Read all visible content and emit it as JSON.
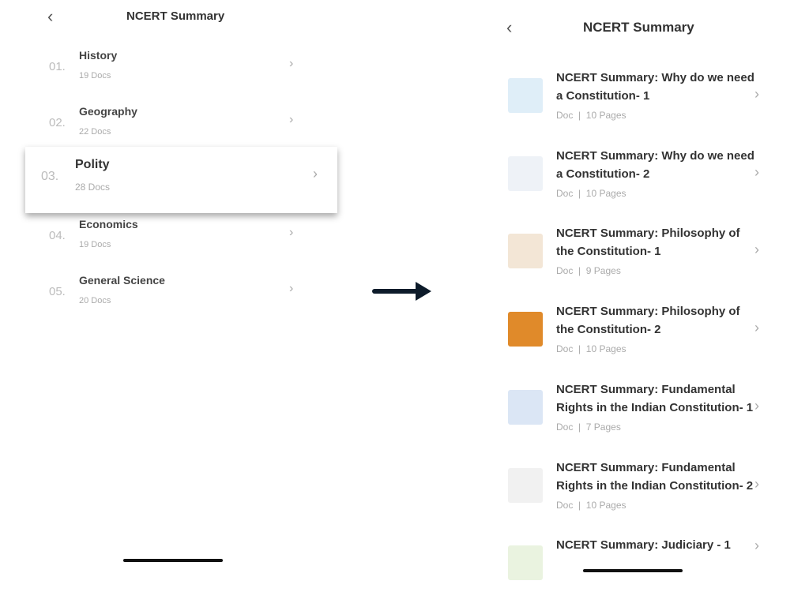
{
  "left": {
    "title": "NCERT Summary",
    "items": [
      {
        "num": "01.",
        "name": "History",
        "count": "19 Docs"
      },
      {
        "num": "02.",
        "name": "Geography",
        "count": "22 Docs"
      },
      {
        "num": "03.",
        "name": "Polity",
        "count": "28 Docs"
      },
      {
        "num": "04.",
        "name": "Economics",
        "count": "19 Docs"
      },
      {
        "num": "05.",
        "name": "General Science",
        "count": "20 Docs"
      }
    ]
  },
  "right": {
    "title": "NCERT Summary",
    "items": [
      {
        "title": "NCERT Summary: Why do we need a Constitution- 1",
        "type": "Doc",
        "pages": "10 Pages"
      },
      {
        "title": "NCERT Summary: Why do we need a Constitution- 2",
        "type": "Doc",
        "pages": "10 Pages"
      },
      {
        "title": "NCERT Summary: Philosophy of the Constitution- 1",
        "type": "Doc",
        "pages": "9 Pages"
      },
      {
        "title": "NCERT Summary: Philosophy of the Constitution- 2",
        "type": "Doc",
        "pages": "10 Pages"
      },
      {
        "title": "NCERT Summary: Fundamental Rights in the Indian Constitution- 1",
        "type": "Doc",
        "pages": "7 Pages"
      },
      {
        "title": "NCERT Summary: Fundamental Rights in the Indian Constitution- 2",
        "type": "Doc",
        "pages": "10 Pages"
      },
      {
        "title": "NCERT Summary: Judiciary - 1",
        "type": "",
        "pages": ""
      }
    ]
  },
  "arrow_color": "#0d1b2a"
}
